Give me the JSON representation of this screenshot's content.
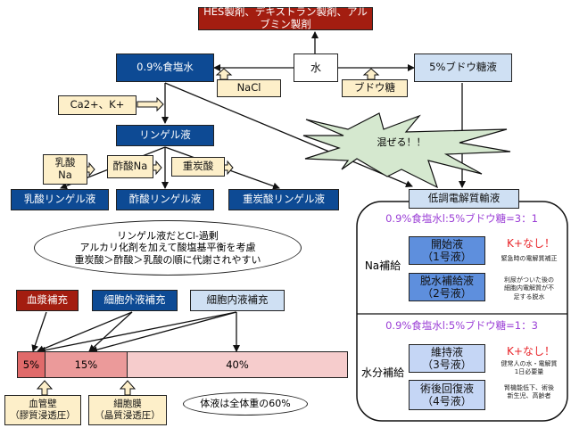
{
  "top": {
    "colloid_box": "HES製剤、デキストラン製剤、アルブミン製剤",
    "water": "水",
    "saline": "0.9%食塩水",
    "dextrose": "5%ブドウ糖液",
    "nacl": "NaCl",
    "glucose": "ブドウ糖",
    "ca_k": "Ca2+、K+",
    "ringer": "リンゲル液",
    "mix_burst": "混ぜる！！"
  },
  "alkali": {
    "lactate_na": "乳酸\nNa",
    "acetate_na": "酢酸Na",
    "bicarbonate": "重炭酸"
  },
  "ringers": [
    "乳酸リンゲル液",
    "酢酸リンゲル液",
    "重炭酸リンゲル液"
  ],
  "ringer_note": {
    "line1": "リンゲル液だとCl-過剰",
    "line2": "アルカリ化剤を加えて酸塩基平衡を考慮",
    "line3": "重炭酸＞酢酸＞乳酸の順に代謝されやすい"
  },
  "hypotonic": {
    "title": "低調電解質輸液",
    "ratio_na": "0.9%食塩水l:5%ブドウ糖=3：1",
    "ratio_water": "0.9%食塩水l:5%ブドウ糖=1：3",
    "na_label": "Na補給",
    "water_label": "水分補給",
    "no_k": "K+なし！",
    "solutions": [
      {
        "line1": "開始液",
        "line2": "（1号液）",
        "note": "緊急時の電解質補正"
      },
      {
        "line1": "脱水補給液",
        "line2": "（2号液）",
        "note": "利尿がついた後の\n細胞内電解質が不\n足する脱水"
      },
      {
        "line1": "維持液",
        "line2": "（3号液）",
        "note": "健常人の水・電解質\n1日必要量"
      },
      {
        "line1": "術後回復液",
        "line2": "（4号液）",
        "note": "腎機能低下、術後\n新生児、高齢者"
      }
    ]
  },
  "compartments": {
    "plasma_label": "血漿補充",
    "ecf_label": "細胞外液補充",
    "icf_label": "細胞内液補充",
    "bar": [
      {
        "label": "5%",
        "value": 5,
        "color": "#e06a6a"
      },
      {
        "label": "15%",
        "value": 15,
        "color": "#eb9a9a"
      },
      {
        "label": "40%",
        "value": 40,
        "color": "#f6cccc"
      }
    ],
    "vessel_wall": "血管壁\n（膠質浸透圧）",
    "cell_membrane": "細胞膜\n（晶質浸透圧）",
    "body_fluid_note": "体液は全体重の60%"
  }
}
